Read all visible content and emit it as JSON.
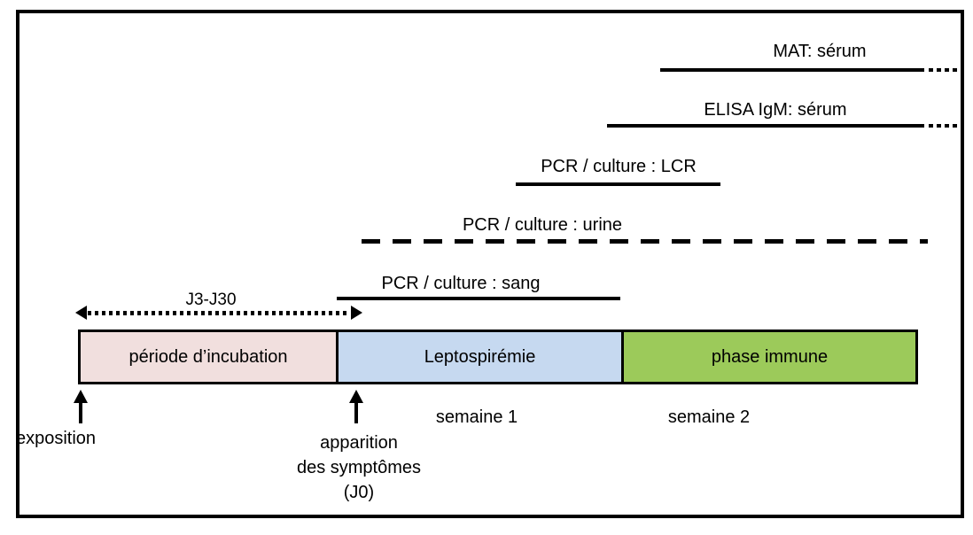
{
  "figure": {
    "tests": [
      {
        "label": "MAT: sérum"
      },
      {
        "label": "ELISA IgM: sérum"
      },
      {
        "label": "PCR / culture : LCR"
      },
      {
        "label": "PCR / culture : urine"
      },
      {
        "label": "PCR / culture : sang"
      }
    ],
    "incubation_window_label": "J3-J30",
    "phases": [
      {
        "label": "période d’incubation",
        "color": "#F1DFDE"
      },
      {
        "label": "Leptospirémie",
        "color": "#C6D9F0"
      },
      {
        "label": "phase immune",
        "color": "#9CCA5A"
      }
    ],
    "week_labels": [
      "semaine 1",
      "semaine 2"
    ],
    "event_exposure": "exposition",
    "event_onset_lines": [
      "apparition",
      "des symptômes",
      "(J0)"
    ],
    "colors": {
      "line": "#000000",
      "frame": "#000000"
    }
  }
}
